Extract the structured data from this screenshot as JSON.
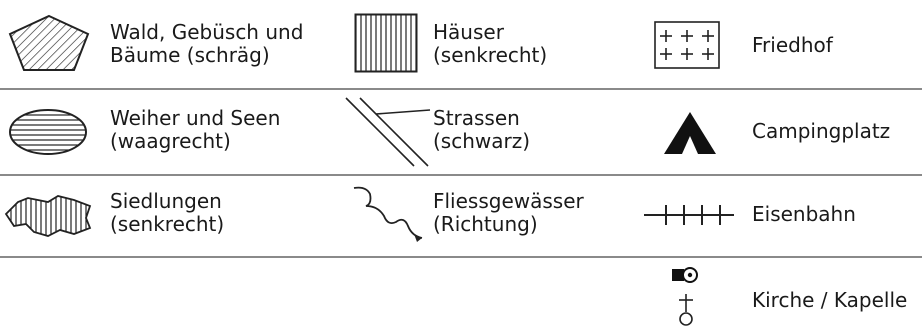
{
  "legend": {
    "row1": {
      "forest": {
        "line1": "Wald, Gebüsch und",
        "line2": "Bäume (schräg)",
        "icon": "forest-hatch-pentagon-icon"
      },
      "houses": {
        "line1": "Häuser",
        "line2": "(senkrecht)",
        "icon": "houses-hatch-rect-icon"
      },
      "cemetery": {
        "label": "Friedhof",
        "icon": "cemetery-crosses-icon"
      }
    },
    "row2": {
      "ponds": {
        "line1": "Weiher und Seen",
        "line2": "(waagrecht)",
        "icon": "pond-hatch-ellipse-icon"
      },
      "roads": {
        "line1": "Strassen",
        "line2": "(schwarz)",
        "icon": "road-lines-icon"
      },
      "camping": {
        "label": "Campingplatz",
        "icon": "tent-triangle-icon"
      }
    },
    "row3": {
      "settlements": {
        "line1": "Siedlungen",
        "line2": "(senkrecht)",
        "icon": "settlement-hatch-icon"
      },
      "streams": {
        "line1": "Fliessgewässer",
        "line2": "(Richtung)",
        "icon": "stream-arrow-icon"
      },
      "railway": {
        "label": "Eisenbahn",
        "icon": "railway-track-icon"
      }
    },
    "row4": {
      "church": {
        "label": "Kirche / Kapelle",
        "icon": "church-chapel-icon"
      }
    }
  }
}
